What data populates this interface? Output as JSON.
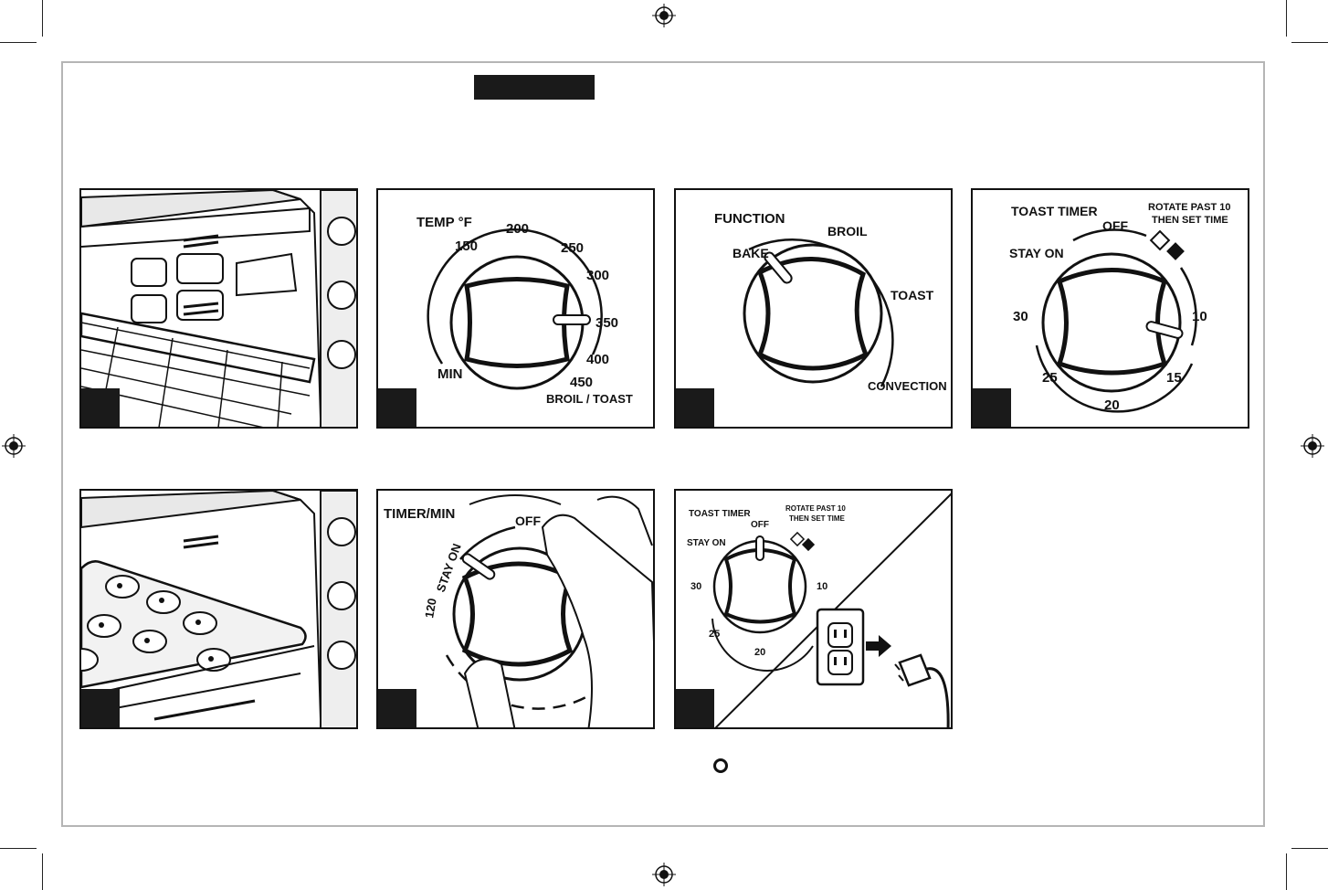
{
  "panels": {
    "p1": {},
    "p2": {
      "heading": "TEMP °F",
      "marks": [
        "150",
        "200",
        "250",
        "300",
        "350",
        "400",
        "450",
        "MIN",
        "BROIL / TOAST"
      ]
    },
    "p3": {
      "heading": "FUNCTION",
      "marks": [
        "BAKE",
        "BROIL",
        "TOAST",
        "CONVECTION"
      ]
    },
    "p4": {
      "heading": "TOAST TIMER",
      "note_line1": "ROTATE PAST 10",
      "note_line2": "THEN SET TIME",
      "marks": [
        "OFF",
        "STAY ON",
        "30",
        "10",
        "25",
        "15",
        "20"
      ]
    },
    "p5": {},
    "p6": {
      "heading": "TIMER/MIN",
      "marks": [
        "OFF",
        "STAY ON",
        "120"
      ]
    },
    "p7": {
      "heading": "TOAST TIMER",
      "note_line1": "ROTATE PAST 10",
      "note_line2": "THEN SET TIME",
      "marks": [
        "OFF",
        "STAY ON",
        "30",
        "10",
        "25",
        "20"
      ]
    }
  },
  "colors": {
    "ink": "#111111",
    "frame": "#b5b5b5",
    "label_block": "#1a1a1a"
  },
  "icons": [
    "registration-mark-icon",
    "bullet-circle-icon",
    "wall-outlet-icon",
    "power-plug-icon"
  ]
}
